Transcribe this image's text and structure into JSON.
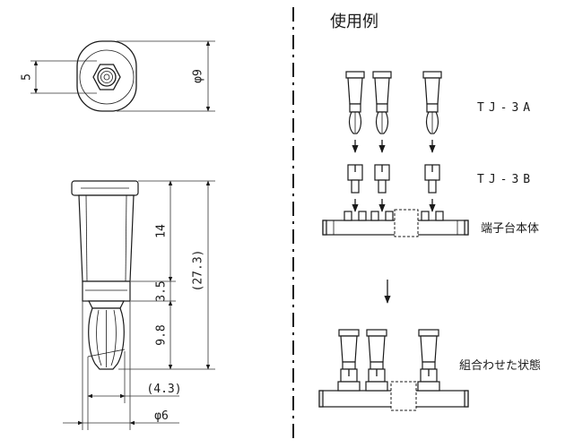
{
  "dimensions": {
    "hex_across": "5",
    "outer_diameter": "φ9",
    "body_length": "14",
    "collar_length": "3.5",
    "plug_length": "9.8",
    "total_length": "(27.3)",
    "plug_width": "(4.3)",
    "base_diameter": "φ6"
  },
  "usage": {
    "title": "使用例",
    "part_a": "TJ-3A",
    "part_b": "TJ-3B",
    "terminal_block": "端子台本体",
    "assembled": "組合わせた状態"
  }
}
